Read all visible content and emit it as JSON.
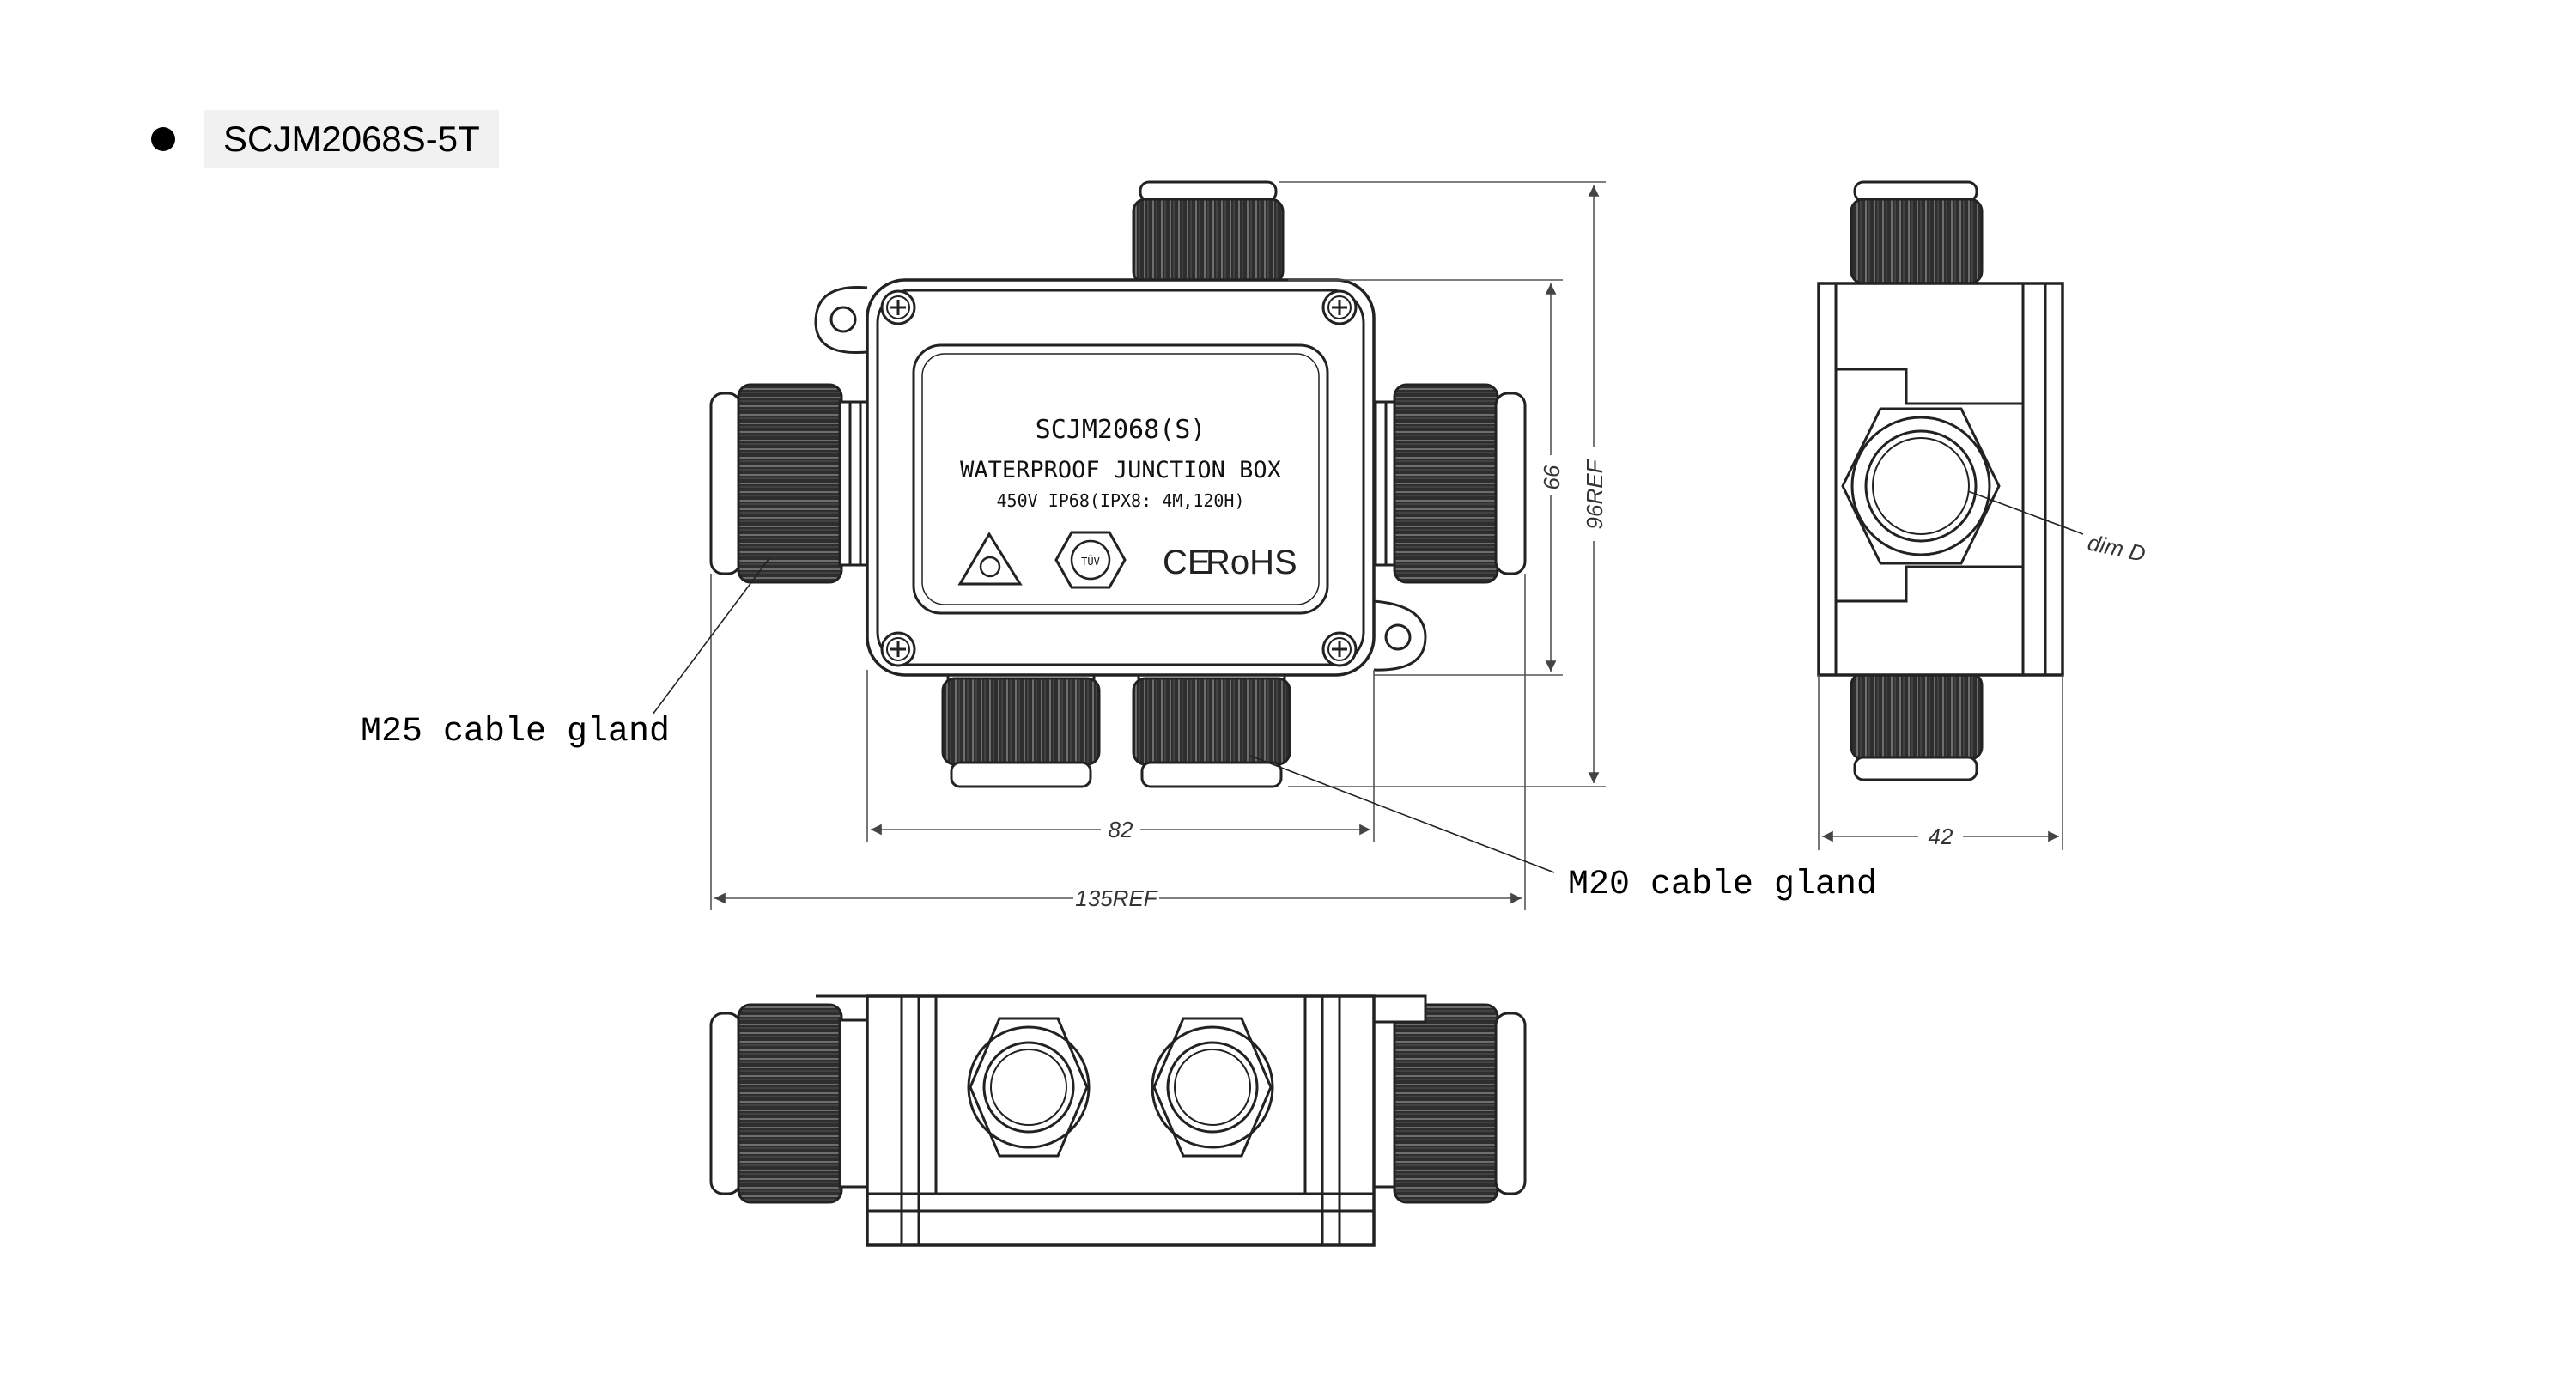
{
  "title": "SCJM2068S-5T",
  "plate": {
    "model": "SCJM2068(S)",
    "name": "WATERPROOF JUNCTION BOX",
    "spec": "450V  IP68(IPX8: 4M,120H)",
    "tuv": "TÜV",
    "ce": "CE",
    "rohs": "RoHS"
  },
  "dimensions": {
    "height_inner": "66",
    "height_ref": "96REF",
    "width_body": "82",
    "width_ref": "135REF",
    "depth": "42",
    "dia": "dim D"
  },
  "callouts": {
    "m25": "M25 cable gland",
    "m20": "M20 cable gland"
  },
  "colors": {
    "line": "#222222",
    "dim_line": "#555555",
    "gland": "#3a3a3a"
  }
}
